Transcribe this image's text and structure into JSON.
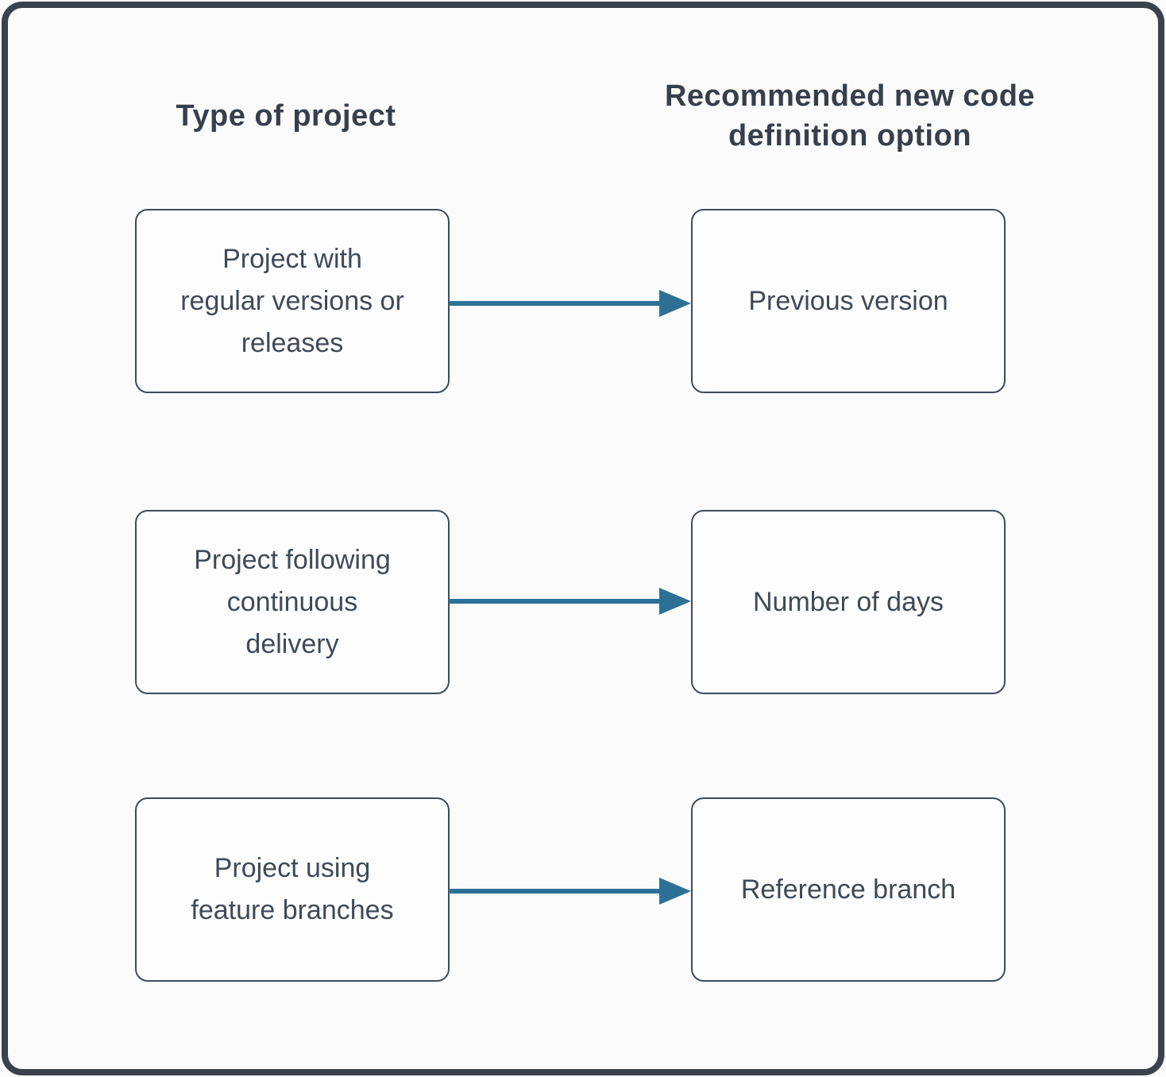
{
  "diagram": {
    "headers": [
      "Type of project",
      "Recommended new code\ndefinition option"
    ],
    "rows": [
      {
        "source": "Project with\nregular versions or\nreleases",
        "target": "Previous version"
      },
      {
        "source": "Project following\ncontinuous\ndelivery",
        "target": "Number of days"
      },
      {
        "source": "Project using\nfeature branches",
        "target": "Reference branch"
      }
    ],
    "colors": {
      "background": "#fcfbfc",
      "frame_border": "#3a424e",
      "node_border": "#404b58",
      "node_bg": "#fdfdfe",
      "text": "#3f4a57",
      "header_text": "#363f4a",
      "arrow": "#2d7096"
    }
  }
}
